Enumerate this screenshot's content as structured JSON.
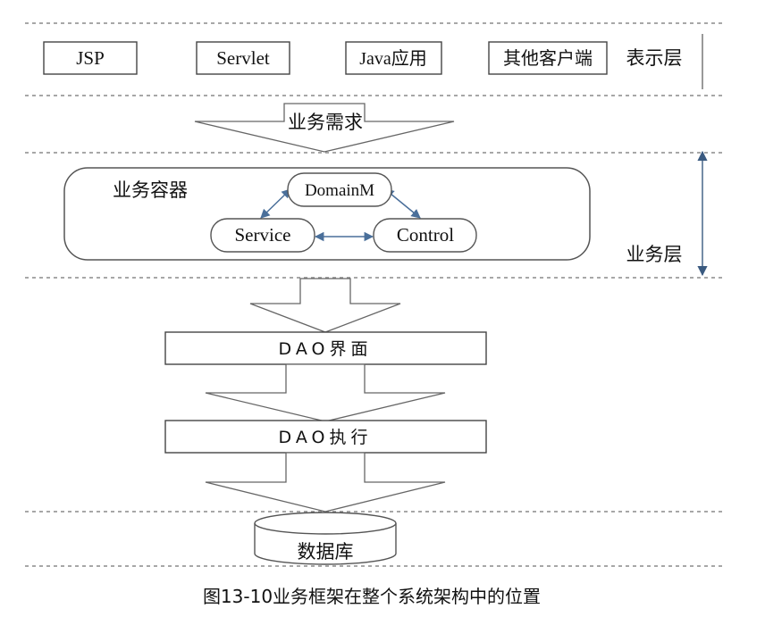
{
  "presentation_layer": {
    "items": [
      "JSP",
      "Servlet",
      "Java应用",
      "其他客户端"
    ],
    "label": "表示层"
  },
  "business_demand": "业务需求",
  "business_layer": {
    "container_label": "业务容器",
    "nodes": {
      "domain": "DomainM",
      "service": "Service",
      "control": "Control"
    },
    "label": "业务层"
  },
  "dao_interface": "DAO界面",
  "dao_execute": "DAO执行",
  "database": "数据库",
  "caption": "图13-10业务框架在整个系统架构中的位置"
}
